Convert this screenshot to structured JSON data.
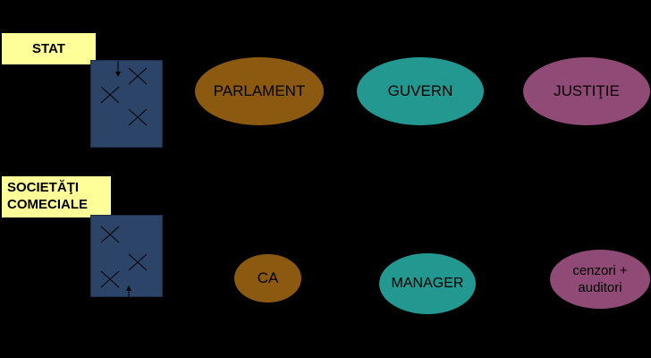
{
  "labels": {
    "stat": "STAT",
    "societati_line1": "SOCIETĂŢI",
    "societati_line2": "COMECIALE"
  },
  "state_organs": {
    "parlament": "PARLAMENT",
    "guvern": "GUVERN",
    "justitie": "JUSTIŢIE"
  },
  "company_organs": {
    "ca": "CA",
    "manager": "MANAGER",
    "cenzori_line1": "cenzori +",
    "cenzori_line2": "auditori"
  },
  "colors": {
    "background": "#000000",
    "label_fill": "#ffff99",
    "box_fill": "#2b4467",
    "legislative": "#8b5a10",
    "executive": "#239890",
    "control": "#8f4a75"
  },
  "icons": {
    "cross": "x-mark-icon",
    "arrow": "arrow-icon"
  }
}
